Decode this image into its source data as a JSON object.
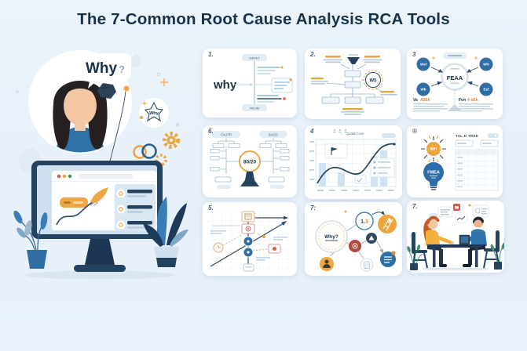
{
  "title": "The 7-Common Root Cause Analysis RCA Tools",
  "illustration": {
    "speech_word": "Why",
    "speech_mark": "?",
    "badge_word": "Why"
  },
  "panels": {
    "p1": {
      "number": "1.",
      "word": "why",
      "top_pill": "MAVET",
      "bottom_pill": "PACIM"
    },
    "p2": {
      "number": "2.",
      "center": "W5"
    },
    "p3": {
      "number": "3",
      "center": "FEAA",
      "sat_tl": "Wel",
      "sat_tr": "WN",
      "sat_bl": "Wb",
      "sat_br": "Eef",
      "left_head": "Va",
      "left_accent": "A2Ek",
      "right_head": "Fon",
      "right_accent": "4-bEk"
    },
    "p4": {
      "number": "6.",
      "center": "80/20",
      "left_pill": "FAUTR",
      "right_pill": "8A/2O"
    },
    "p5": {
      "number": "4",
      "title": "Quala Core"
    },
    "p6": {
      "number": "®",
      "sun": "WH",
      "bulb": "FMEA",
      "table_title": "TAL D TREE"
    },
    "p7": {
      "number": "5."
    },
    "p8": {
      "number": "7:",
      "why": "Why?",
      "value_main": "1.",
      "value_accent": "3"
    },
    "p9": {
      "number": "7."
    }
  }
}
